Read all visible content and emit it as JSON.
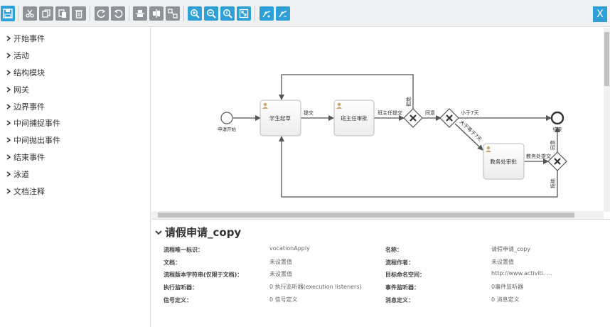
{
  "toolbar": {
    "buttons": [
      "save-icon",
      "cut-icon",
      "copy-icon",
      "paste-icon",
      "delete-icon",
      "redo-icon",
      "undo-icon",
      "align-horizontal-icon",
      "align-vertical-icon",
      "same-size-icon",
      "zoom-in-icon",
      "zoom-out-icon",
      "zoom-actual-icon",
      "zoom-fit-icon",
      "bendpoint-add-icon",
      "bendpoint-remove-icon"
    ],
    "close_label": "X",
    "accent": "#2e9fd7",
    "disabled": "#8d9399"
  },
  "sidebar": {
    "items": [
      {
        "label": "开始事件"
      },
      {
        "label": "活动"
      },
      {
        "label": "结构模块"
      },
      {
        "label": "网关"
      },
      {
        "label": "边界事件"
      },
      {
        "label": "中间捕捉事件"
      },
      {
        "label": "中间抛出事件"
      },
      {
        "label": "结束事件"
      },
      {
        "label": "泳道"
      },
      {
        "label": "文档注释"
      }
    ]
  },
  "diagram": {
    "start_label": "申请开始",
    "end_label": "结束",
    "task1": "学生起草",
    "task2": "班主任审批",
    "task3": "教务处审批",
    "flow_submit": "提交",
    "flow_teacher_submit": "班主任提交",
    "flow_reject1": "拒绝",
    "flow_agree": "同意",
    "flow_lt7": "小于7天",
    "flow_ge7": "大于等于7天",
    "flow_dean_submit": "教务处提交",
    "flow_agree2": "同意",
    "flow_reject2": "拒绝"
  },
  "properties": {
    "title": "请假申请_copy",
    "rows": [
      {
        "l1": "流程唯一标识：",
        "v1": "vocationApply",
        "l2": "名称：",
        "v2": "请假申请_copy"
      },
      {
        "l1": "文档：",
        "v1": "未设置值",
        "l2": "流程作者：",
        "v2": "未设置值"
      },
      {
        "l1": "流程版本字符串(仅限于文档)：",
        "v1": "未设置值",
        "l2": "目标命名空间：",
        "v2": "http://www.activiti. ..."
      },
      {
        "l1": "执行监听器：",
        "v1": "0 执行监听器(execution listeners)",
        "l2": "事件监听器：",
        "v2": "0事件监听器"
      },
      {
        "l1": "信号定义：",
        "v1": "0 信号定义",
        "l2": "消息定义：",
        "v2": "0 消息定义"
      }
    ]
  }
}
